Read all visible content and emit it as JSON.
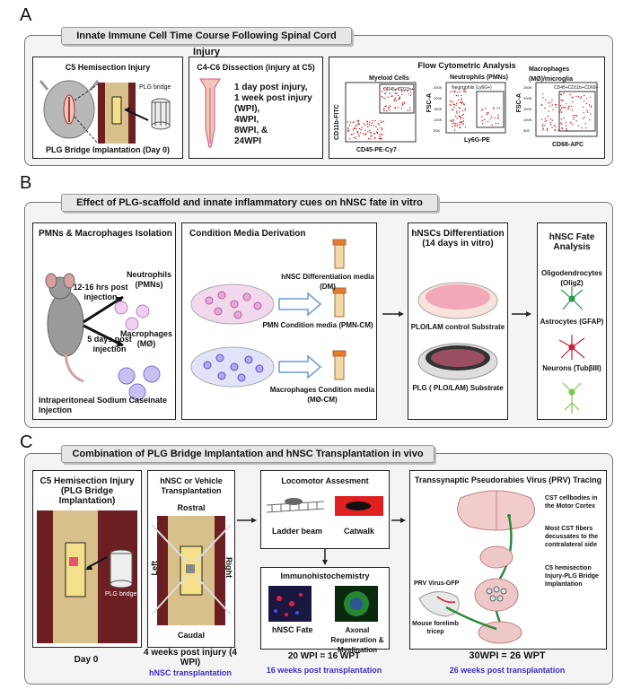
{
  "panelA": {
    "letter": "A",
    "banner": "Innate Immune Cell Time Course Following Spinal Cord Injury",
    "box1": {
      "title": "C5 Hemisection Injury",
      "bridge": "PLG bridge",
      "caption": "PLG Bridge Implantation (Day 0)"
    },
    "box2": {
      "title": "C4-C6 Dissection (injury at C5)",
      "timepoints": [
        "1 day post injury,",
        "1 week post injury (WPI),",
        "4WPI,",
        "8WPI, &",
        "24WPI"
      ]
    },
    "box3": {
      "title": "Flow Cytometric Analysis",
      "plot1": {
        "title": "Myeloid Cells",
        "gate": "CD45+CD11b+",
        "ylabel": "CD11b-FITC",
        "xlabel": "CD45-PE-Cy7"
      },
      "plot2": {
        "title": "Neutrophils (PMNs)",
        "gate": "Neutrophils (Ly6G+)",
        "ylabel": "FSC-A",
        "xlabel": "Ly6G-PE",
        "ticks": [
          "250K",
          "200K",
          "150K",
          "100K",
          "50K"
        ]
      },
      "plot3": {
        "title": "Macrophages (MØ)/microglia",
        "gate": "CD45+CD11b+CD68+",
        "ylabel": "FSC-A",
        "xlabel": "CD68-APC",
        "ticks": [
          "250K",
          "200K",
          "150K",
          "100K",
          "50K"
        ]
      }
    }
  },
  "panelB": {
    "letter": "B",
    "banner": "Effect of PLG-scaffold and innate inflammatory cues on hNSC fate in vitro",
    "box1": {
      "title": "PMNs & Macrophages Isolation",
      "time1": "12-16 hrs post injection",
      "time2": "5 days  post injection",
      "neut": "Neutrophils (PMNs)",
      "mac": "Macrophages (MØ)",
      "caption": "Intraperitoneal  Sodium Caseinate Injection"
    },
    "box2": {
      "title": "Condition Media Derivation",
      "dm": "hNSC Differentiation media (DM)",
      "pmn": "PMN Condition media (PMN-CM)",
      "mac": "Macrophages Condition media (MØ-CM)"
    },
    "box3": {
      "title": "hNSCs Differentiation (14 days in vitro)",
      "plo": "PLO/LAM control Substrate",
      "plg": "PLG ( PLO/LAM) Substrate"
    },
    "box4": {
      "title": "hNSC Fate Analysis",
      "olig": "Oligodendrocytes (Olig2)",
      "astro": "Astrocytes (GFAP)",
      "neuron": "Neurons (TubβIII)"
    }
  },
  "panelC": {
    "letter": "C",
    "banner": "Combination of PLG Bridge Implantation and hNSC Transplantation in vivo",
    "box1": {
      "title": "C5 Hemisection Injury (PLG Bridge Implantation)",
      "bridge": "PLG bridge",
      "caption": "Day 0"
    },
    "box2": {
      "title": "hNSC or Vehicle Transplantation",
      "rostral": "Rostral",
      "caudal": "Caudal",
      "left": "Left",
      "right": "Right",
      "caption": "4 weeks post injury (4 WPI)",
      "caption2": "hNSC transplantation"
    },
    "box3": {
      "title": "Locomotor Assesment",
      "ladder": "Ladder beam",
      "catwalk": "Catwalk"
    },
    "box4": {
      "title": "Immunohistochemistry",
      "fate": "hNSC Fate",
      "axon": "Axonal Regeneration & Myelination",
      "caption": "20 WPI = 16 WPT",
      "caption2": "16 weeks post transplantation"
    },
    "box5": {
      "title": "Transsynaptic Pseudorabies Virus (PRV) Tracing",
      "cst1": "CST cellbodies in the Motor Cortex",
      "cst2": "Most CST fibers decussates to the contralateral side",
      "c5": "C5 hemisection Injury-PLG Bridge Implantation",
      "prv": "PRV Virus-GFP",
      "mouse": "Mouse forelimb tricep",
      "caption": "30WPI = 26 WPT",
      "caption2": "26 weeks post transplantation"
    }
  }
}
